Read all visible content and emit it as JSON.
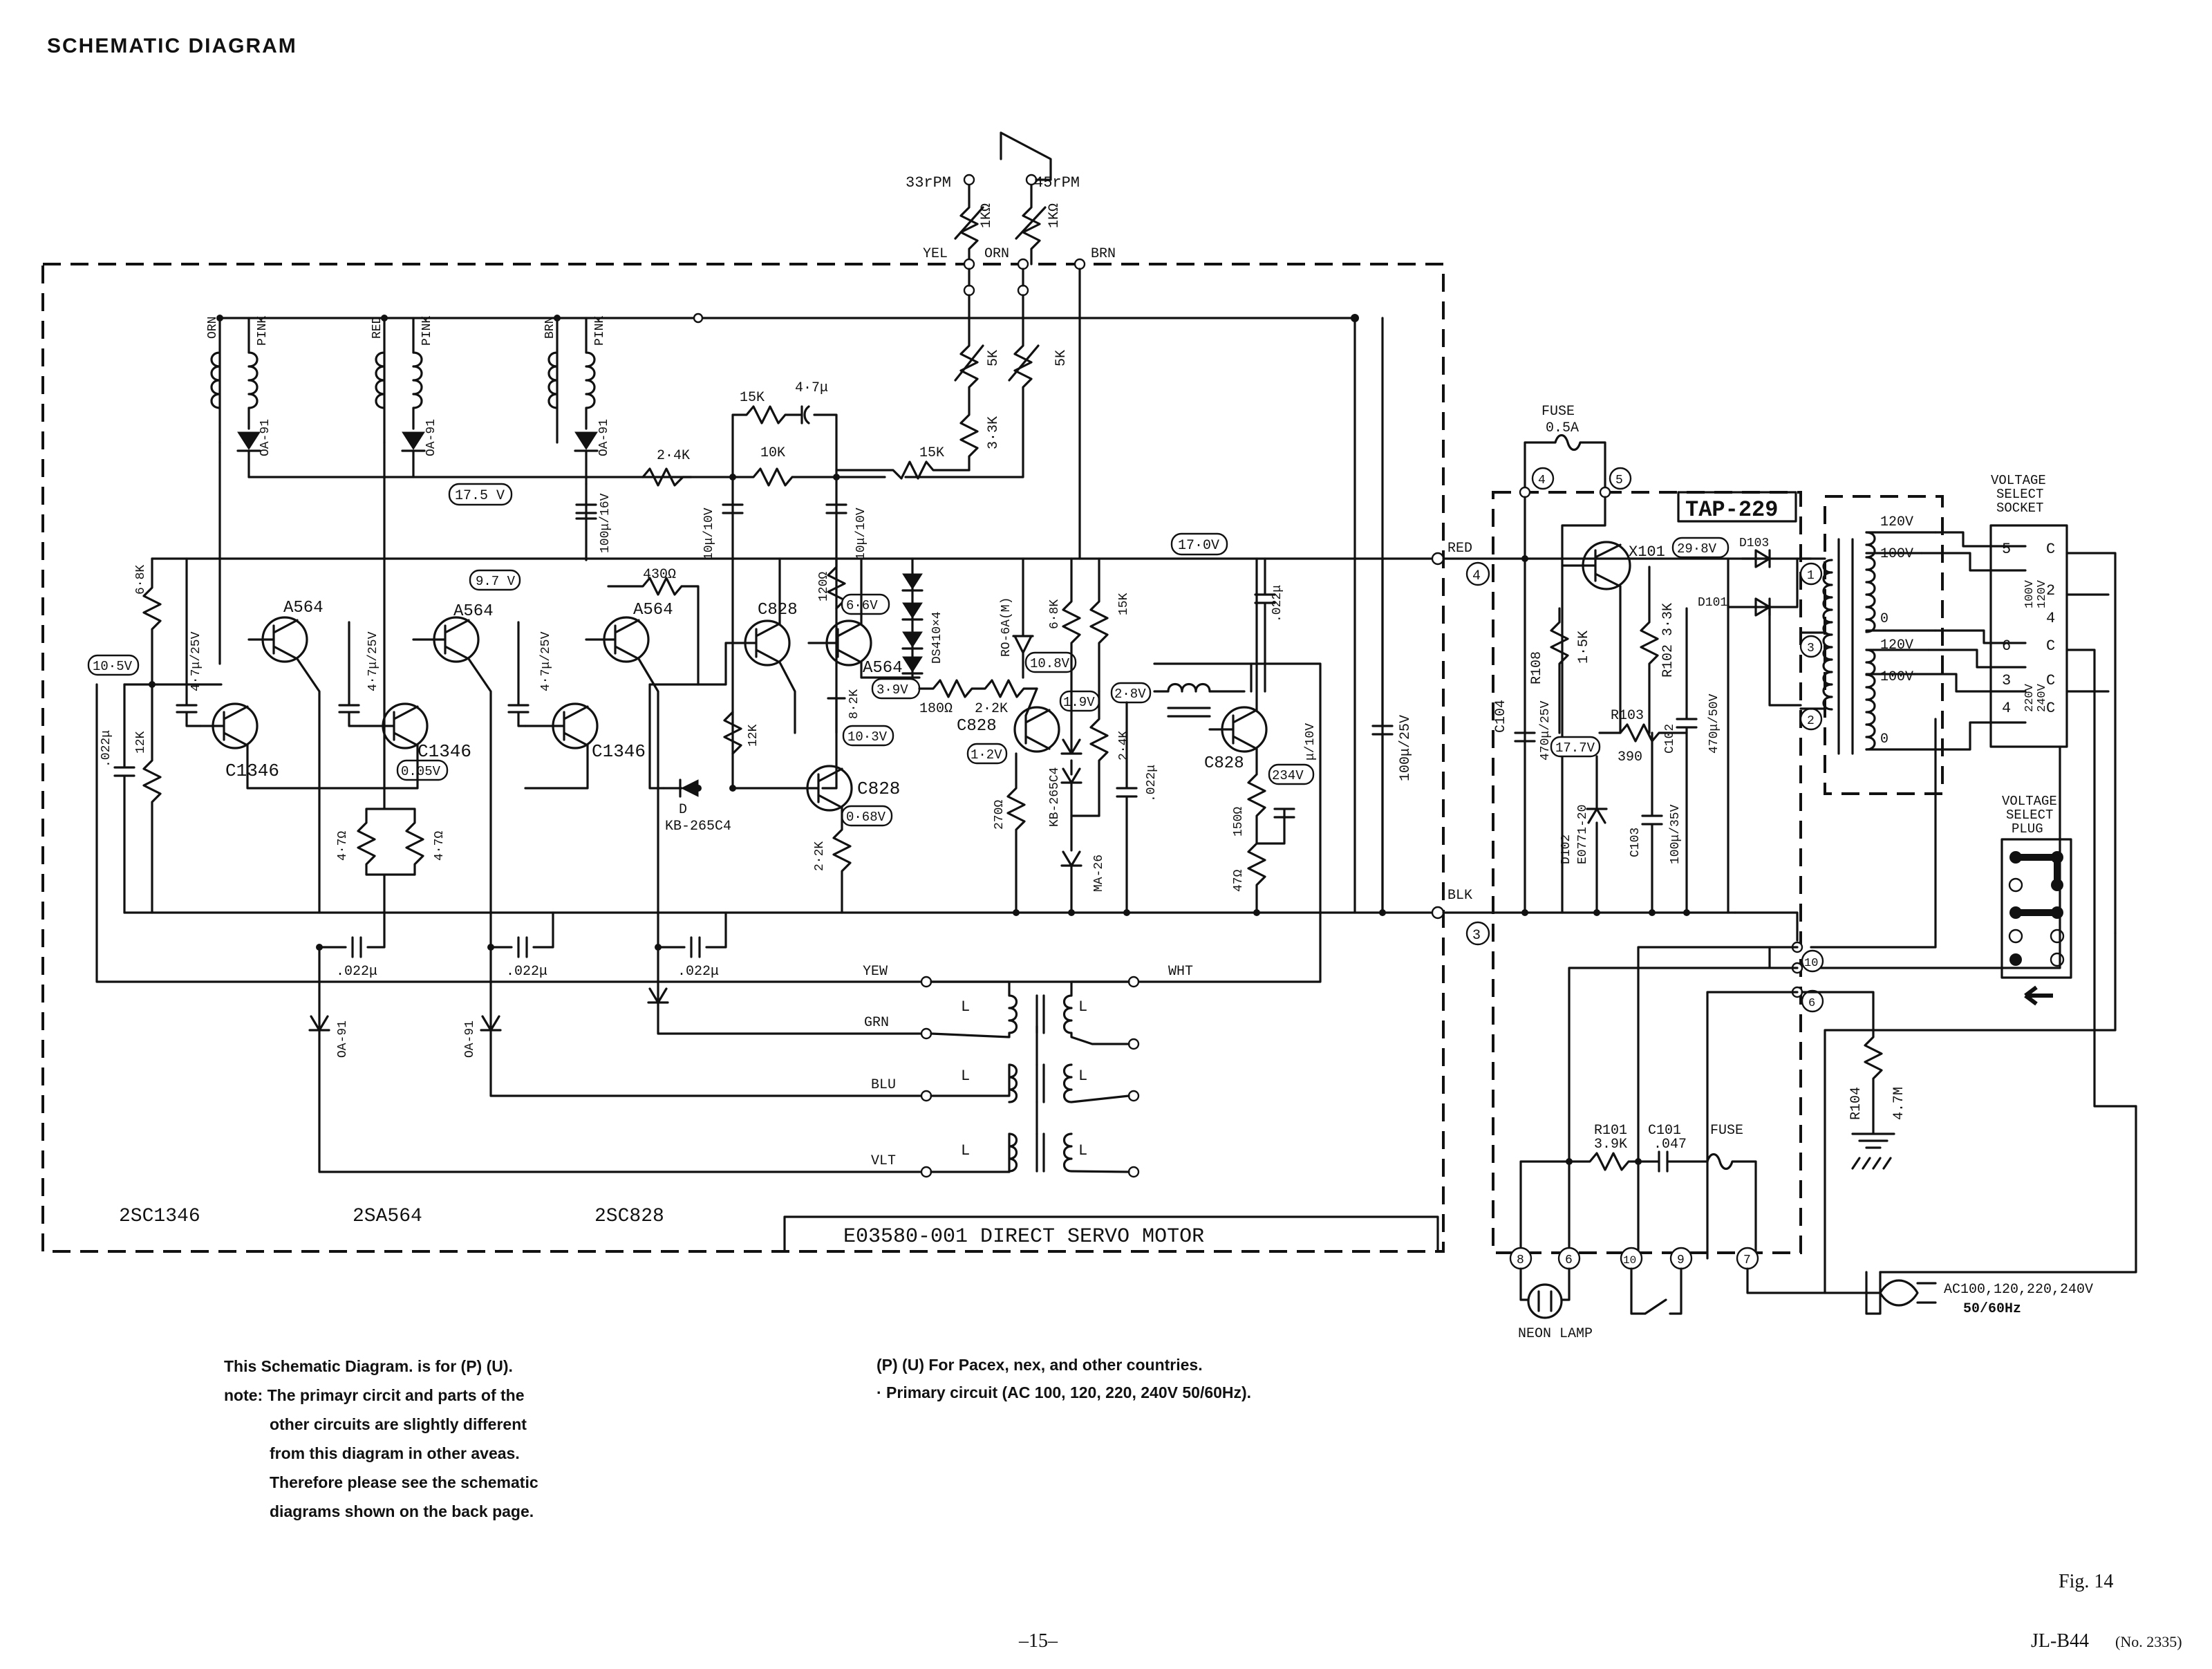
{
  "header": {
    "title": "SCHEMATIC DIAGRAM"
  },
  "switch_labels": {
    "rpm33": "33rPM",
    "rpm45": "45rPM",
    "pot1": "1KΩ",
    "pot2": "1KΩ",
    "yel": "YEL",
    "orn": "ORN",
    "brn": "BRN",
    "pot5k_1": "5K",
    "pot5k_2": "5K",
    "r15k_b": "15K",
    "r33k": "3·3K"
  },
  "hall": {
    "orn": "ORN",
    "red": "RED",
    "brn": "BRN",
    "pink1": "PINK",
    "pink2": "PINK",
    "pink3": "PINK",
    "d1": "OA-91",
    "d2": "OA-91",
    "d3": "OA-91"
  },
  "mid_labels": {
    "r24k": "2·4K",
    "r15k": "15K",
    "c47": "4·7μ",
    "r10k": "10K",
    "v175": "17.5 V",
    "c100_16": "100μ/16V",
    "c10_10": "10μ/10V",
    "c10_10b": "10μ/10V",
    "r68k": "6·8K",
    "c47_25a": "4·7μ/25V",
    "c47_25b": "4·7μ/25V",
    "c47_25c": "4·7μ/25V",
    "a564a": "A564",
    "a564b": "A564",
    "a564c": "A564",
    "a564d": "A564",
    "v97": "9.7 V",
    "r430": "430Ω",
    "c828a": "C828",
    "r120": "120Ω",
    "v66": "6·6V",
    "ds": "DS410×4",
    "v105": "10·5V",
    "c022a": ".022μ",
    "r12k": "12K",
    "c1346a": "C1346",
    "c1346b": "C1346",
    "c1346c": "C1346",
    "v005": "0.05V",
    "r47a": "4·7Ω",
    "r47b": "4·7Ω",
    "r12kb": "12K",
    "dlbl": "D",
    "kb1": "KB-265C4",
    "r82k": "8·2K",
    "v103": "10·3V",
    "c828b": "C828",
    "v068": "0·68V",
    "r22k": "2·2K",
    "v39": "3·9V",
    "r180": "180Ω",
    "r22kb": "2·2K",
    "ro6a": "RO-6A(M)",
    "v108": "10.8V",
    "r68kb": "6·8K",
    "r15kc": "15K",
    "v19": "1.9V",
    "v28": "2·8V",
    "c828c": "C828",
    "v12": "1·2V",
    "r270": "270Ω",
    "kb2": "KB-265C4",
    "r24kb": "2·4K",
    "c022b": ".022μ",
    "ma26": "MA-26",
    "v170": "17·0V",
    "c022c": ".022μ",
    "c828d": "C828",
    "v234": "234V",
    "c1_10": "μ/10V",
    "r150": "150Ω",
    "r47": "47Ω",
    "c100_25": "100μ/25V",
    "c022d": ".022μ",
    "c022e": ".022μ",
    "c022f": ".022μ"
  },
  "motor_labels": {
    "yew": "YEW",
    "wht": "WHT",
    "grn": "GRN",
    "blu": "BLU",
    "vlt": "VLT",
    "l": "L",
    "d4": "OA-91",
    "d5": "OA-91"
  },
  "bottom_labels": {
    "t1": "2SC1346",
    "t2": "2SA564",
    "t3": "2SC828",
    "motor": "E03580-001  DIRECT  SERVO  MOTOR"
  },
  "power": {
    "fuse": "FUSE",
    "fuse_val": "0.5A",
    "tap": "TAP-229",
    "x101": "X101",
    "v298": "29·8V",
    "d103": "D103",
    "d101": "D101",
    "red": "RED",
    "blk": "BLK",
    "r108": "R108",
    "r108v": "1·5K",
    "r102": "R102 3·3K",
    "c104": "C104",
    "c104v": "470μ/25V",
    "v177": "17.7V",
    "r103": "R103",
    "r103v": "390",
    "c102": "C102",
    "c102v": "470μ/50V",
    "d102": "D102",
    "d102v": "E0771-20",
    "c103": "C103",
    "c103v": "100μ/35V",
    "r101": "R101",
    "r101v": "3.9K",
    "c101": "C101",
    "c101v": ".047",
    "fuse2": "FUSE",
    "neon": "NEON LAMP",
    "r104": "R104",
    "r104v": "4.7M",
    "ac": "AC100,120,220,240V",
    "hz": "50/60Hz",
    "t120a": "120V",
    "t100a": "100V",
    "t0a": "0",
    "t120b": "120V",
    "t100b": "100V",
    "t0b": "0",
    "vss_title": "VOLTAGE\nSELECT\nSOCKET",
    "vsp_title": "VOLTAGE\nSELECT\nPLUG",
    "s5": "5",
    "s2": "2",
    "s6": "6",
    "s3": "3",
    "s4": "4",
    "sC1": "C",
    "sC2": "C",
    "sC3": "C",
    "sC4": "C",
    "s100": "100V",
    "s120": "120V",
    "s220": "220V",
    "s240": "240V",
    "n1": "1",
    "n2": "2",
    "n3": "3",
    "n4": "4",
    "n5": "5",
    "n6": "6",
    "n7": "7",
    "n8": "8",
    "n9": "9",
    "n10": "10",
    "n3b": "3",
    "n4b": "4",
    "n6b": "6",
    "n10b": "10"
  },
  "notes": {
    "left": [
      "This Schematic Diagram. is for (P) (U).",
      "note: The primayr circit and parts of the",
      "other circuits are slightly different",
      "from this diagram in other aveas.",
      "Therefore  please see the schematic",
      "diagrams shown on the back page."
    ],
    "right": [
      "(P) (U) For Pacex, nex, and other countries.",
      "· Primary circuit (AC 100, 120, 220, 240V 50/60Hz)."
    ]
  },
  "footer": {
    "fig": "Fig. 14",
    "page": "–15–",
    "model": "JL-B44",
    "model_no": "(No. 2335)"
  }
}
